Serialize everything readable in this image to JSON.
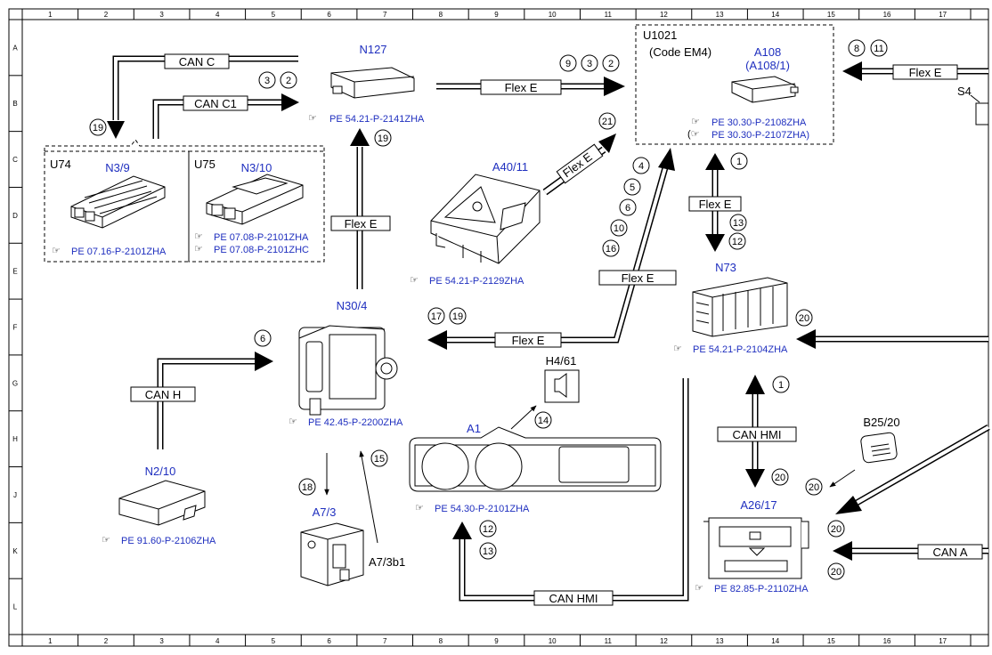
{
  "grid": {
    "columns": [
      "1",
      "2",
      "3",
      "4",
      "5",
      "6",
      "7",
      "8",
      "9",
      "10",
      "11",
      "12",
      "13",
      "14",
      "15",
      "16",
      "17"
    ],
    "rows": [
      "A",
      "B",
      "C",
      "D",
      "E",
      "F",
      "G",
      "H",
      "J",
      "K",
      "L"
    ]
  },
  "components": {
    "n127": {
      "label": "N127",
      "ref": "PE 54.21-P-2141ZHA"
    },
    "u1021": {
      "label": "U1021",
      "code": "(Code EM4)"
    },
    "a108": {
      "label": "A108",
      "alt": "(A108/1)",
      "ref1": "PE 30.30-P-2108ZHA",
      "ref2": "PE 30.30-P-2107ZHA)"
    },
    "s4": {
      "label": "S4"
    },
    "u74": {
      "label": "U74"
    },
    "n3_9": {
      "label": "N3/9",
      "ref": "PE 07.16-P-2101ZHA"
    },
    "u75": {
      "label": "U75"
    },
    "n3_10": {
      "label": "N3/10",
      "ref1": "PE 07.08-P-2101ZHA",
      "ref2": "PE 07.08-P-2101ZHC"
    },
    "a40_11": {
      "label": "A40/11",
      "ref": "PE 54.21-P-2129ZHA"
    },
    "n73": {
      "label": "N73",
      "ref": "PE 54.21-P-2104ZHA"
    },
    "n30_4": {
      "label": "N30/4",
      "ref": "PE 42.45-P-2200ZHA"
    },
    "h4_61": {
      "label": "H4/61"
    },
    "a1": {
      "label": "A1",
      "ref": "PE 54.30-P-2101ZHA"
    },
    "n2_10": {
      "label": "N2/10",
      "ref": "PE 91.60-P-2106ZHA"
    },
    "a7_3": {
      "label": "A7/3"
    },
    "a7_3b1": {
      "label": "A7/3b1"
    },
    "b25_20": {
      "label": "B25/20"
    },
    "a26_17": {
      "label": "A26/17",
      "ref": "PE 82.85-P-2110ZHA"
    }
  },
  "networks": {
    "can_c": "CAN C",
    "can_c1": "CAN C1",
    "flex_e": "Flex E",
    "can_h": "CAN H",
    "can_hmi": "CAN HMI",
    "can_a": "CAN A"
  },
  "badges": {
    "b3a": "3",
    "b2a": "2",
    "b19a": "19",
    "b19b": "19",
    "b9": "9",
    "b3b": "3",
    "b2b": "2",
    "b8": "8",
    "b11": "11",
    "b21": "21",
    "b4": "4",
    "b5": "5",
    "b6a": "6",
    "b10": "10",
    "b16": "16",
    "b1a": "1",
    "b13a": "13",
    "b12a": "12",
    "b17": "17",
    "b19c": "19",
    "b20a": "20",
    "b6b": "6",
    "b1b": "1",
    "b14": "14",
    "b15": "15",
    "b18": "18",
    "b20b": "20",
    "b20c": "20",
    "b12b": "12",
    "b13b": "13",
    "b20d": "20",
    "b20e": "20"
  },
  "colors": {
    "link": "#1f2fbf",
    "line": "#000000"
  }
}
